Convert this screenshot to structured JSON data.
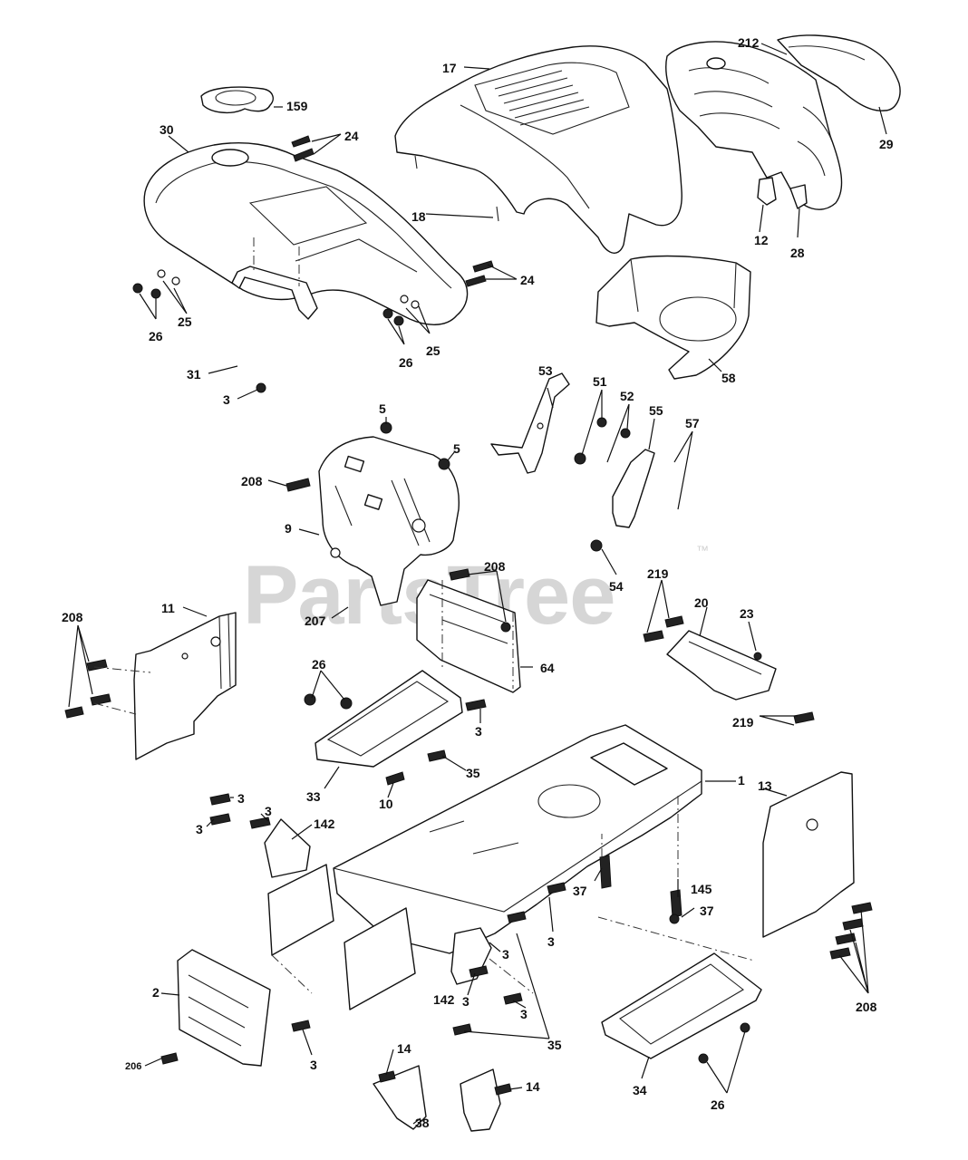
{
  "watermark": {
    "text": "PartsTree",
    "trademark": "™"
  },
  "callouts": {
    "p17": "17",
    "p212": "212",
    "p159": "159",
    "p30": "30",
    "p24a": "24",
    "p29": "29",
    "p18": "18",
    "p12": "12",
    "p28": "28",
    "p24b": "24",
    "p25a": "25",
    "p26a": "26",
    "p25b": "25",
    "p26b": "26",
    "p31": "31",
    "p3a": "3",
    "p58": "58",
    "p53": "53",
    "p51": "51",
    "p52": "52",
    "p55": "55",
    "p57": "57",
    "p5a": "5",
    "p5b": "5",
    "p208a": "208",
    "p9": "9",
    "p54": "54",
    "p208b": "208",
    "p219a": "219",
    "p20": "20",
    "p23": "23",
    "p207": "207",
    "p11": "11",
    "p208c": "208",
    "p64": "64",
    "p26c": "26",
    "p219b": "219",
    "p3b": "3",
    "p35a": "35",
    "p33": "33",
    "p10": "10",
    "p1": "1",
    "p13": "13",
    "p3c": "3",
    "p3d": "3",
    "p3e": "3",
    "p142a": "142",
    "p145": "145",
    "p37a": "37",
    "p37b": "37",
    "p3f": "3",
    "p3g": "3",
    "p3h": "3",
    "p3i": "3",
    "p142b": "142",
    "p2": "2",
    "p208d": "208",
    "p35b": "35",
    "p3j": "3",
    "p206": "206",
    "p14a": "14",
    "p14b": "14",
    "p34": "34",
    "p26d": "26",
    "p38": "38"
  }
}
